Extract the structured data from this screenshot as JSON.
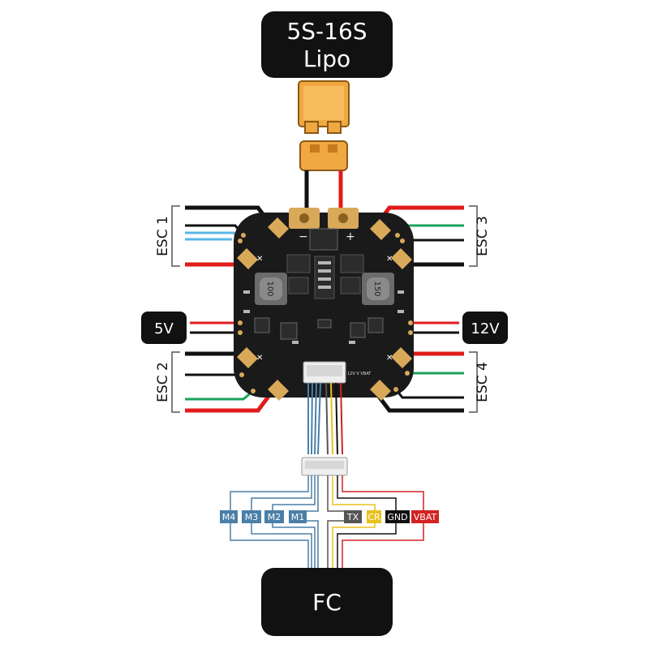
{
  "battery": {
    "line1": "5S-16S",
    "line2": "Lipo"
  },
  "fc": {
    "label": "FC"
  },
  "outputs": {
    "v5": "5V",
    "v12": "12V"
  },
  "escs": {
    "esc1": "ESC 1",
    "esc2": "ESC 2",
    "esc3": "ESC 3",
    "esc4": "ESC 4"
  },
  "board": {
    "minus": "−",
    "plus": "+",
    "inductor_left": "100",
    "inductor_right": "150",
    "connector_marks": "12V V  VBAT"
  },
  "signals": [
    {
      "label": "M4",
      "color": "#4a7fa7"
    },
    {
      "label": "M3",
      "color": "#4a7fa7"
    },
    {
      "label": "M2",
      "color": "#4a7fa7"
    },
    {
      "label": "M1",
      "color": "#4a7fa7"
    },
    {
      "label": "TX",
      "color": "#555555"
    },
    {
      "label": "CR",
      "color": "#e8c21c"
    },
    {
      "label": "GND",
      "color": "#111111"
    },
    {
      "label": "VBAT",
      "color": "#d32222"
    }
  ],
  "colors": {
    "pill": "#111111",
    "board": "#1a1a1a",
    "pad": "#d9a95a",
    "xt60": "#f0a843",
    "wire_red": "#e01b1b",
    "wire_black": "#111111",
    "wire_green": "#1aa35a",
    "wire_blue": "#5ab6e6"
  }
}
